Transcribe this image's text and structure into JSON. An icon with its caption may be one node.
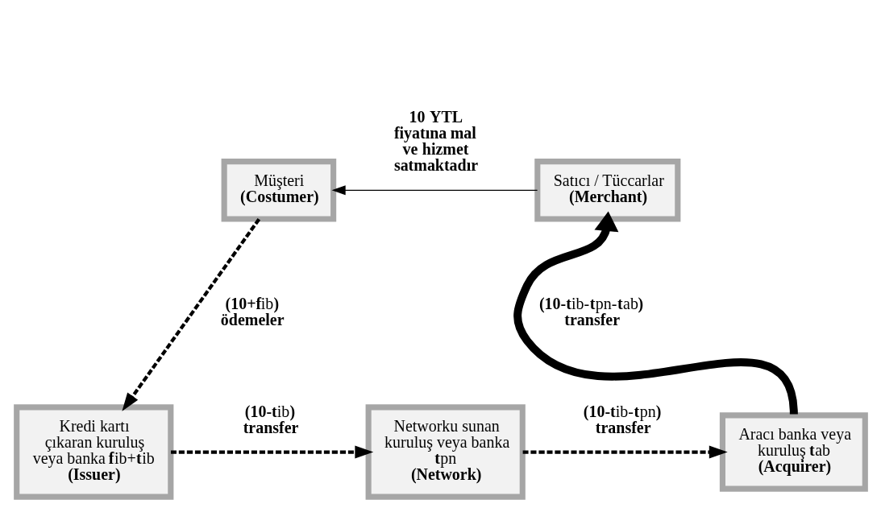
{
  "diagram": {
    "nodes": [
      {
        "text": [
          "Müşteri",
          "**(Costumer)**"
        ]
      },
      {
        "text": [
          "Satıcı / Tüccarlar",
          "**(Merchant)**"
        ]
      },
      {
        "text": [
          "Kredi kartı çıkaran kuruluş veya banka **f**ib+**t**ib",
          "**(Issuer)**"
        ]
      },
      {
        "text": [
          "Networku sunan kuruluş veya banka **t**pn",
          "**(Network)**"
        ]
      },
      {
        "text": [
          "Aracı banka veya kuruluş **t**ab",
          "**(Acquirer)**"
        ]
      }
    ],
    "edges": [
      {
        "from": 1,
        "to": 0,
        "arrow": "to",
        "label": "**10 YTL fiyatına mal ve hizmet satmaktadır**"
      },
      {
        "from": 0,
        "to": 2,
        "arrow": "to",
        "style": "dashed",
        "label": "**(10+f**ib**) ödemeler**"
      },
      {
        "from": 2,
        "to": 3,
        "arrow": "to",
        "style": "dashed",
        "label": "**(10-t**ib**) transfer**"
      },
      {
        "from": 3,
        "to": 4,
        "arrow": "to",
        "style": "dashed",
        "label": "**(10-t**ib-**t**pn**) transfer**"
      },
      {
        "from": 4,
        "to": 1,
        "arrow": "to",
        "style": "thick",
        "label": "**(10-t**ib-**t**pn-**t**ab**) transfer**"
      }
    ]
  }
}
